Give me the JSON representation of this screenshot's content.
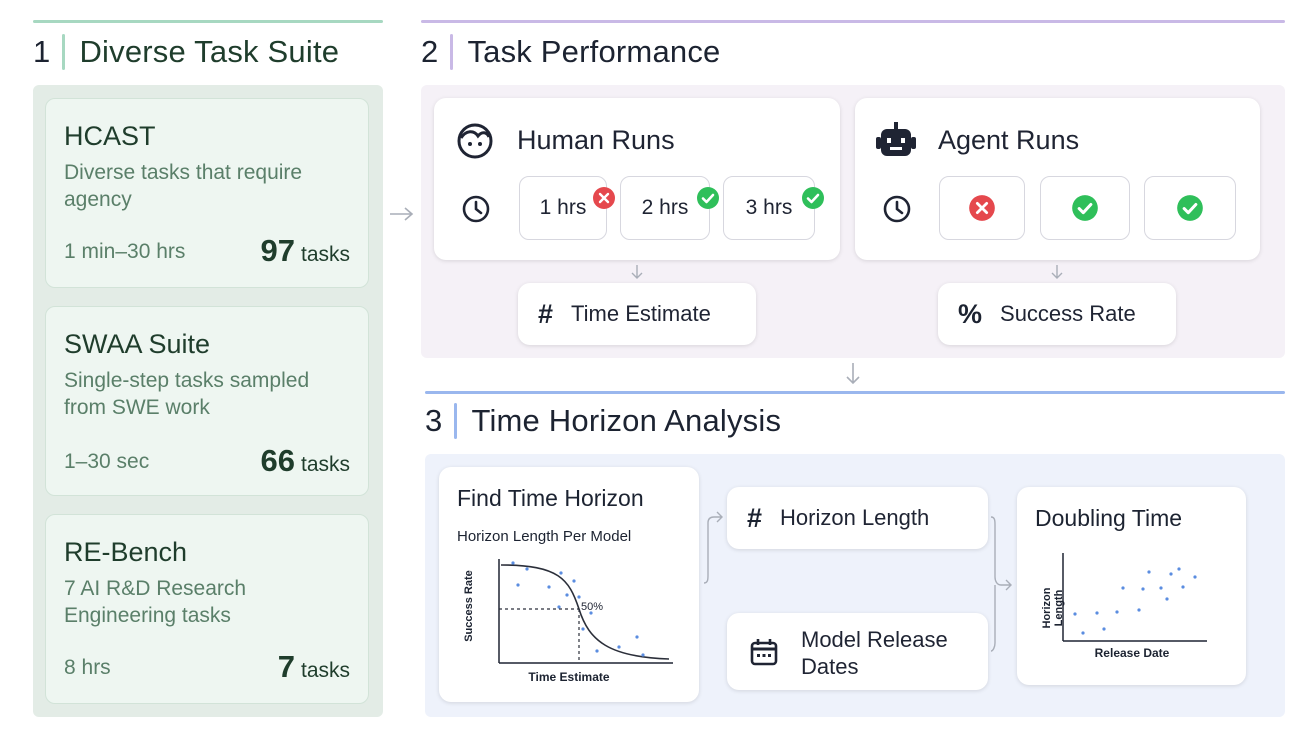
{
  "section1": {
    "number": "1",
    "title": "Diverse Task Suite"
  },
  "section2": {
    "number": "2",
    "title": "Task Performance"
  },
  "section3": {
    "number": "3",
    "title": "Time Horizon Analysis"
  },
  "task_suites": [
    {
      "name": "HCAST",
      "description": "Diverse tasks that require agency",
      "range": "1 min–30 hrs",
      "count": "97",
      "unit": "tasks"
    },
    {
      "name": "SWAA Suite",
      "description": "Single-step tasks sampled from SWE work",
      "range": "1–30 sec",
      "count": "66",
      "unit": "tasks"
    },
    {
      "name": "RE-Bench",
      "description": "7 AI R&D Research Engineering tasks",
      "range": "8 hrs",
      "count": "7",
      "unit": "tasks"
    }
  ],
  "human_runs": {
    "title": "Human Runs",
    "runs": [
      {
        "label": "1 hrs",
        "status": "fail"
      },
      {
        "label": "2 hrs",
        "status": "success"
      },
      {
        "label": "3 hrs",
        "status": "success"
      }
    ],
    "output": {
      "symbol": "#",
      "label": "Time Estimate"
    }
  },
  "agent_runs": {
    "title": "Agent Runs",
    "runs": [
      {
        "status": "fail"
      },
      {
        "status": "success"
      },
      {
        "status": "success"
      }
    ],
    "output": {
      "symbol": "%",
      "label": "Success Rate"
    }
  },
  "find_time_horizon": {
    "title": "Find Time Horizon",
    "subtitle": "Horizon Length Per Model",
    "ylabel": "Success Rate",
    "xlabel": "Time Estimate",
    "marker": "50%"
  },
  "horizon_length": {
    "symbol": "#",
    "label": "Horizon Length"
  },
  "model_release": {
    "label": "Model Release Dates"
  },
  "doubling_time": {
    "title": "Doubling Time",
    "ylabel": "Horizon Length",
    "xlabel": "Release Date"
  },
  "colors": {
    "success": "#2fbf5a",
    "fail": "#e5484d",
    "green_line": "#9fd3b8",
    "purple_line": "#c9b9e6",
    "blue_line": "#9ab7ee"
  },
  "icons": [
    "human-face-icon",
    "robot-icon",
    "clock-icon",
    "x-circle-icon",
    "check-circle-icon",
    "calendar-icon",
    "arrow-right-icon",
    "arrow-down-icon"
  ]
}
